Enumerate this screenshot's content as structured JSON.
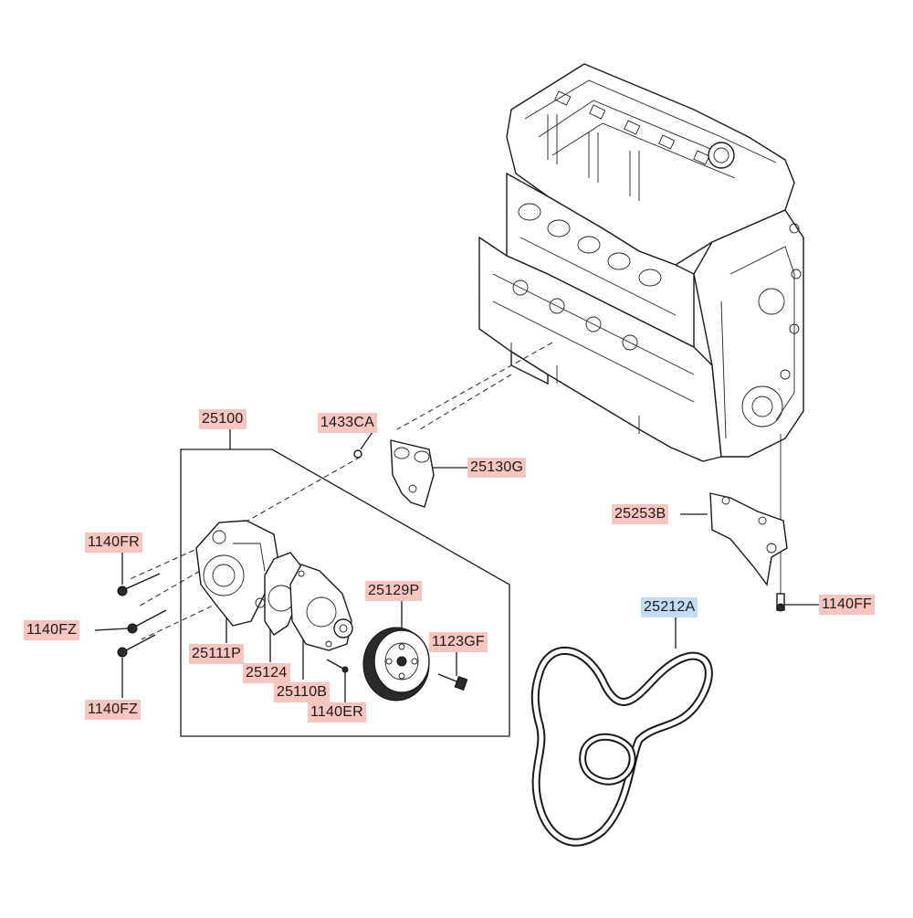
{
  "diagram": {
    "callouts": [
      {
        "id": "c-25100",
        "text": "25100",
        "hl": "red"
      },
      {
        "id": "c-1433CA",
        "text": "1433CA",
        "hl": "red"
      },
      {
        "id": "c-25130G",
        "text": "25130G",
        "hl": "red"
      },
      {
        "id": "c-25253B",
        "text": "25253B",
        "hl": "red"
      },
      {
        "id": "c-1140FR",
        "text": "1140FR",
        "hl": "red"
      },
      {
        "id": "c-25129P",
        "text": "25129P",
        "hl": "red"
      },
      {
        "id": "c-25212A",
        "text": "25212A",
        "hl": "blue"
      },
      {
        "id": "c-1140FZ-a",
        "text": "1140FZ",
        "hl": "red"
      },
      {
        "id": "c-1123GF",
        "text": "1123GF",
        "hl": "red"
      },
      {
        "id": "c-1140FF",
        "text": "1140FF",
        "hl": "red"
      },
      {
        "id": "c-25111P",
        "text": "25111P",
        "hl": "red"
      },
      {
        "id": "c-25124",
        "text": "25124",
        "hl": "red"
      },
      {
        "id": "c-25110B",
        "text": "25110B",
        "hl": "red"
      },
      {
        "id": "c-1140ER",
        "text": "1140ER",
        "hl": "red"
      },
      {
        "id": "c-1140FZ-b",
        "text": "1140FZ",
        "hl": "red"
      }
    ]
  }
}
